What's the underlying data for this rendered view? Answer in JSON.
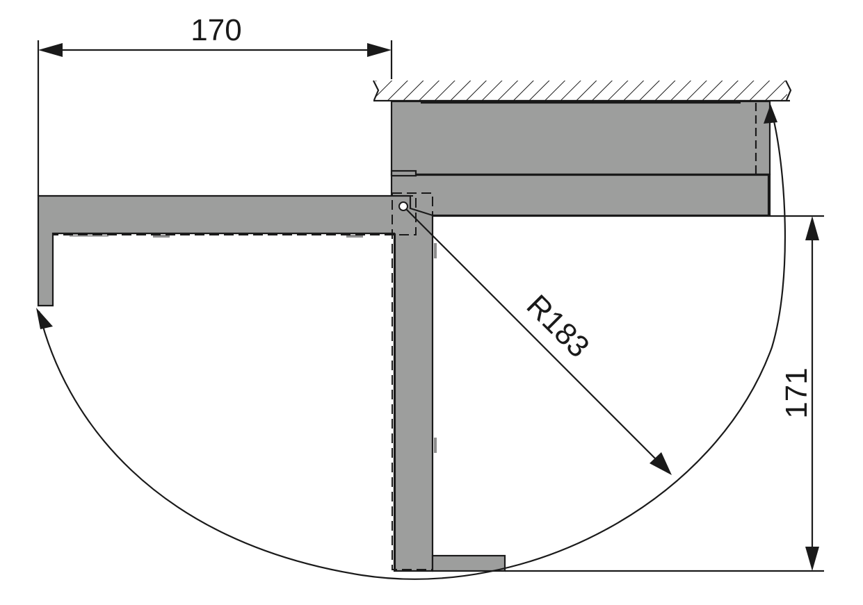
{
  "dimensions": {
    "width_label": "170",
    "radius_label": "R183",
    "height_label": "171"
  },
  "colors": {
    "part_fill": "#9d9e9d",
    "line": "#1a1a1a",
    "background": "#ffffff"
  }
}
